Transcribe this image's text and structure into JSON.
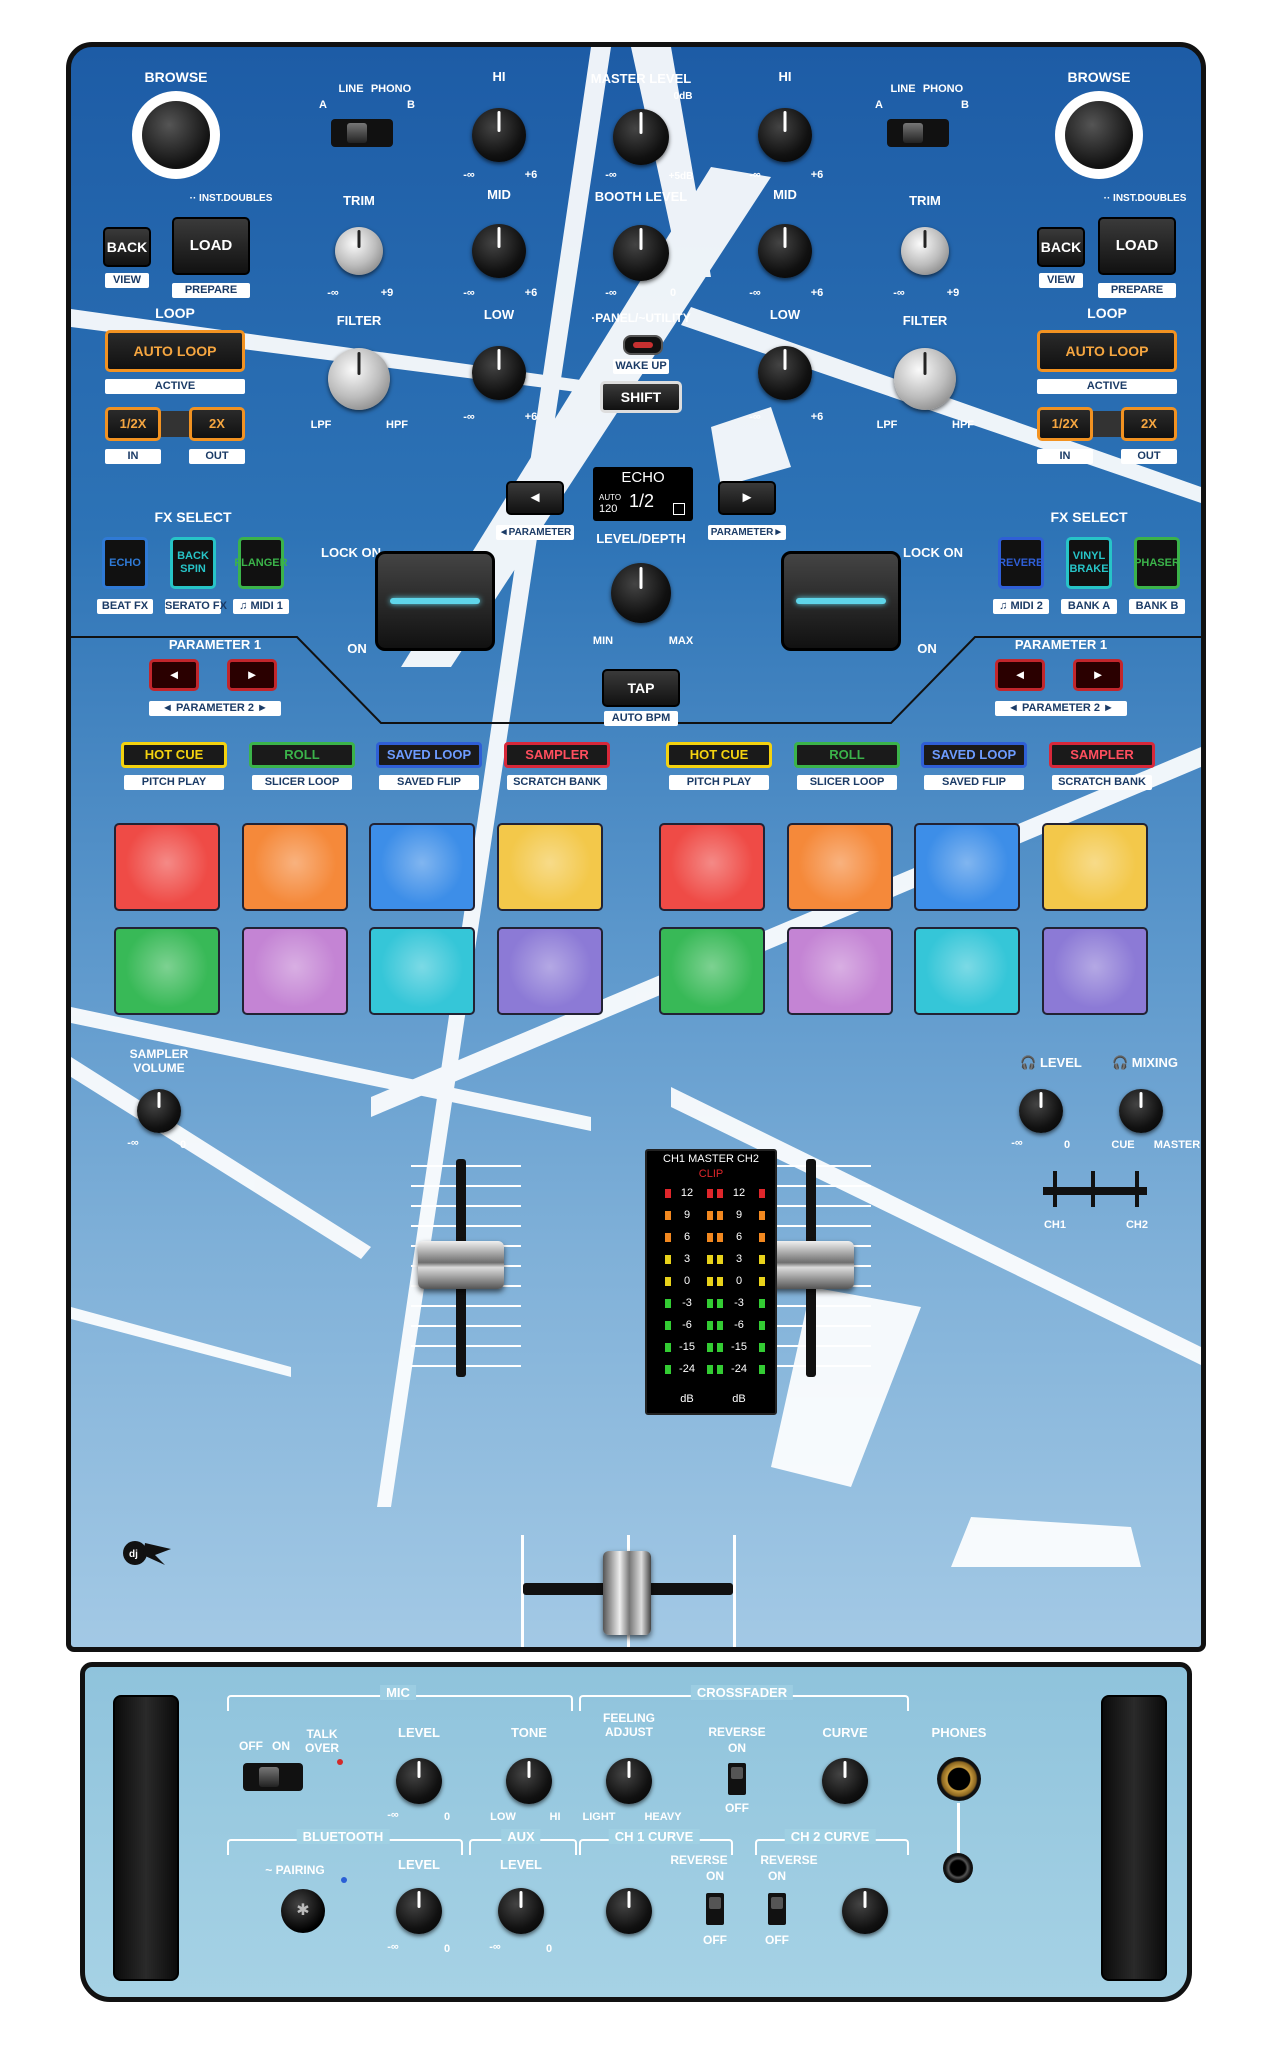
{
  "deck": {
    "browse": "BROWSE",
    "inst_doubles": "·· INST.DOUBLES",
    "back": "BACK",
    "view": "VIEW",
    "load": "LOAD",
    "prepare": "PREPARE",
    "loop": "LOOP",
    "auto_loop": "AUTO LOOP",
    "active": "ACTIVE",
    "half": "1/2X",
    "double": "2X",
    "in": "IN",
    "out": "OUT",
    "fx_select": "FX SELECT",
    "line": "LINE",
    "phono": "PHONO",
    "a_label": "A",
    "b_label": "B",
    "trim": "TRIM",
    "filter": "FILTER",
    "lpf": "LPF",
    "hpf": "HPF",
    "hi": "HI",
    "mid": "MID",
    "low": "LOW",
    "minus_inf": "-∞",
    "plus6": "+6",
    "plus9": "+9",
    "lock_on": "LOCK ON",
    "on": "ON",
    "parameter1": "PARAMETER 1",
    "parameter2": "◄ PARAMETER 2 ►"
  },
  "fx_left": [
    {
      "label": "ECHO",
      "color": "#2f7ad6",
      "tag": "BEAT FX"
    },
    {
      "label": "BACK SPIN",
      "color": "#27c4c7",
      "tag": "SERATO FX"
    },
    {
      "label": "FLANGER",
      "color": "#3bb34a",
      "tag": "♫ MIDI 1"
    }
  ],
  "fx_right": [
    {
      "label": "REVERB",
      "color": "#2f5fd6",
      "tag": "♫ MIDI 2"
    },
    {
      "label": "VINYL BRAKE",
      "color": "#27c4c7",
      "tag": "BANK A"
    },
    {
      "label": "PHASER",
      "color": "#3bb34a",
      "tag": "BANK B"
    }
  ],
  "modes": [
    {
      "label": "HOT CUE",
      "color": "#f4d20f",
      "tag": "PITCH PLAY"
    },
    {
      "label": "ROLL",
      "color": "#3bb34a",
      "tag": "SLICER LOOP"
    },
    {
      "label": "SAVED LOOP",
      "color": "#2f5fd6",
      "tag": "SAVED FLIP"
    },
    {
      "label": "SAMPLER",
      "color": "#d7283a",
      "tag": "SCRATCH BANK"
    }
  ],
  "pad_colors": [
    "#ef4b46",
    "#f5893a",
    "#3d8ee8",
    "#f3c84a",
    "#38b957",
    "#c484d4",
    "#35c6d8",
    "#8c7ad6"
  ],
  "center": {
    "master_level": "MASTER LEVEL",
    "zero_db": "0dB",
    "plus5db": "+5dB",
    "booth_level": "BOOTH LEVEL",
    "zero": "0",
    "panel_utility": "·PANEL/~UTILITY",
    "wake_up": "WAKE UP",
    "shift": "SHIFT",
    "fx_name": "ECHO",
    "auto": "AUTO",
    "bpm": "120",
    "beat": "1/2",
    "param_left": "◄PARAMETER",
    "param_right": "PARAMETER►",
    "level_depth": "LEVEL/DEPTH",
    "min": "MIN",
    "max": "MAX",
    "tap": "TAP",
    "auto_bpm": "AUTO BPM",
    "sampler_volume": "SAMPLER VOLUME",
    "headphone_level": "🎧 LEVEL",
    "headphone_mixing": "🎧 MIXING",
    "cue": "CUE",
    "master": "MASTER",
    "ch1": "CH1",
    "ch2": "CH2"
  },
  "meter": {
    "header": "CH1 MASTER CH2",
    "clip": "CLIP",
    "scale": [
      "12",
      "9",
      "6",
      "3",
      "0",
      "-3",
      "-6",
      "-15",
      "-24"
    ],
    "db": "dB"
  },
  "bottom": {
    "mic": "MIC",
    "crossfader": "CROSSFADER",
    "off": "OFF",
    "on": "ON",
    "talk_over": "TALK OVER",
    "level": "LEVEL",
    "tone": "TONE",
    "low": "LOW",
    "hi": "HI",
    "feeling_adjust": "FEELING ADJUST",
    "light": "LIGHT",
    "heavy": "HEAVY",
    "reverse": "REVERSE",
    "curve": "CURVE",
    "phones": "PHONES",
    "bluetooth": "BLUETOOTH",
    "pairing": "~ PAIRING",
    "aux": "AUX",
    "ch1_curve": "CH 1 CURVE",
    "ch2_curve": "CH 2 CURVE",
    "minus_inf": "-∞",
    "zero": "0"
  },
  "colors": {
    "accent_orange": "#f29221",
    "meter_green": "#33cc33",
    "meter_yellow": "#e8d21a",
    "meter_orange": "#f2881f",
    "meter_red": "#e0262b"
  }
}
